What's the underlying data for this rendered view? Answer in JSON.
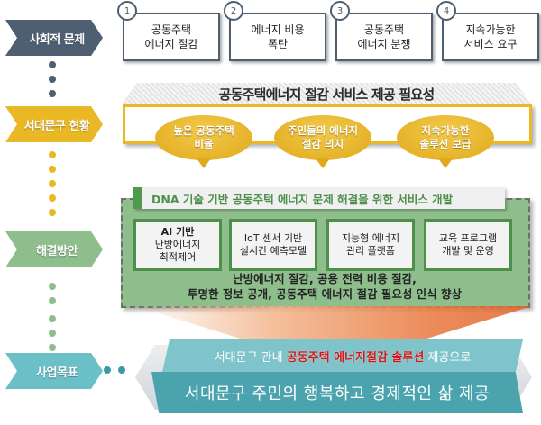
{
  "rows": {
    "problem": {
      "label": "사회적 문제",
      "color": "#4e5f72"
    },
    "status": {
      "label": "서대문구 현황",
      "color": "#e9b824"
    },
    "solution": {
      "label": "해결방안",
      "color": "#8fbe8d"
    },
    "goal": {
      "label": "사업목표",
      "color": "#6bbfc7"
    }
  },
  "problems": [
    {
      "num": "1",
      "line1": "공동주택",
      "line2": "에너지 절감"
    },
    {
      "num": "2",
      "line1": "에너지 비용",
      "line2": "폭탄"
    },
    {
      "num": "3",
      "line1": "공동주택",
      "line2": "에너지 분쟁"
    },
    {
      "num": "4",
      "line1": "지속가능한",
      "line2": "서비스 요구"
    }
  ],
  "status_section": {
    "title": "공동주택에너지 절감 서비스 제공 필요성",
    "bubbles": [
      {
        "line1": "높은 공동주택",
        "line2": "비율"
      },
      {
        "line1": "주민들의 에너지",
        "line2": "절감 의지"
      },
      {
        "line1": "지속가능한",
        "line2": "솔루션 보급"
      }
    ]
  },
  "solution_section": {
    "title": "DNA 기술 기반 공동주택 에너지 문제 해결을 위한 서비스 개발",
    "boxes": [
      {
        "lines": [
          "AI 기반",
          "난방에너지",
          "최적제어"
        ]
      },
      {
        "lines": [
          "IoT 센서 기반",
          "실시간 예측모델"
        ]
      },
      {
        "lines": [
          "지능형 에너지",
          "관리 플랫폼"
        ]
      },
      {
        "lines": [
          "교육 프로그램",
          "개발 및 운영"
        ]
      }
    ],
    "summary_line1": "난방에너지 절감, 공용 전력 비용 절감,",
    "summary_line2": "투명한 정보 공개, 공동주택 에너지 절감 필요성 인식 향상"
  },
  "goal_section": {
    "top_prefix": "서대문구 관내 ",
    "top_highlight": "공동주택 에너지절감 솔루션",
    "top_suffix": " 제공으로",
    "bottom": "서대문구 주민의 행복하고 경제적인 삶 제공",
    "highlight_color": "#d01818"
  }
}
